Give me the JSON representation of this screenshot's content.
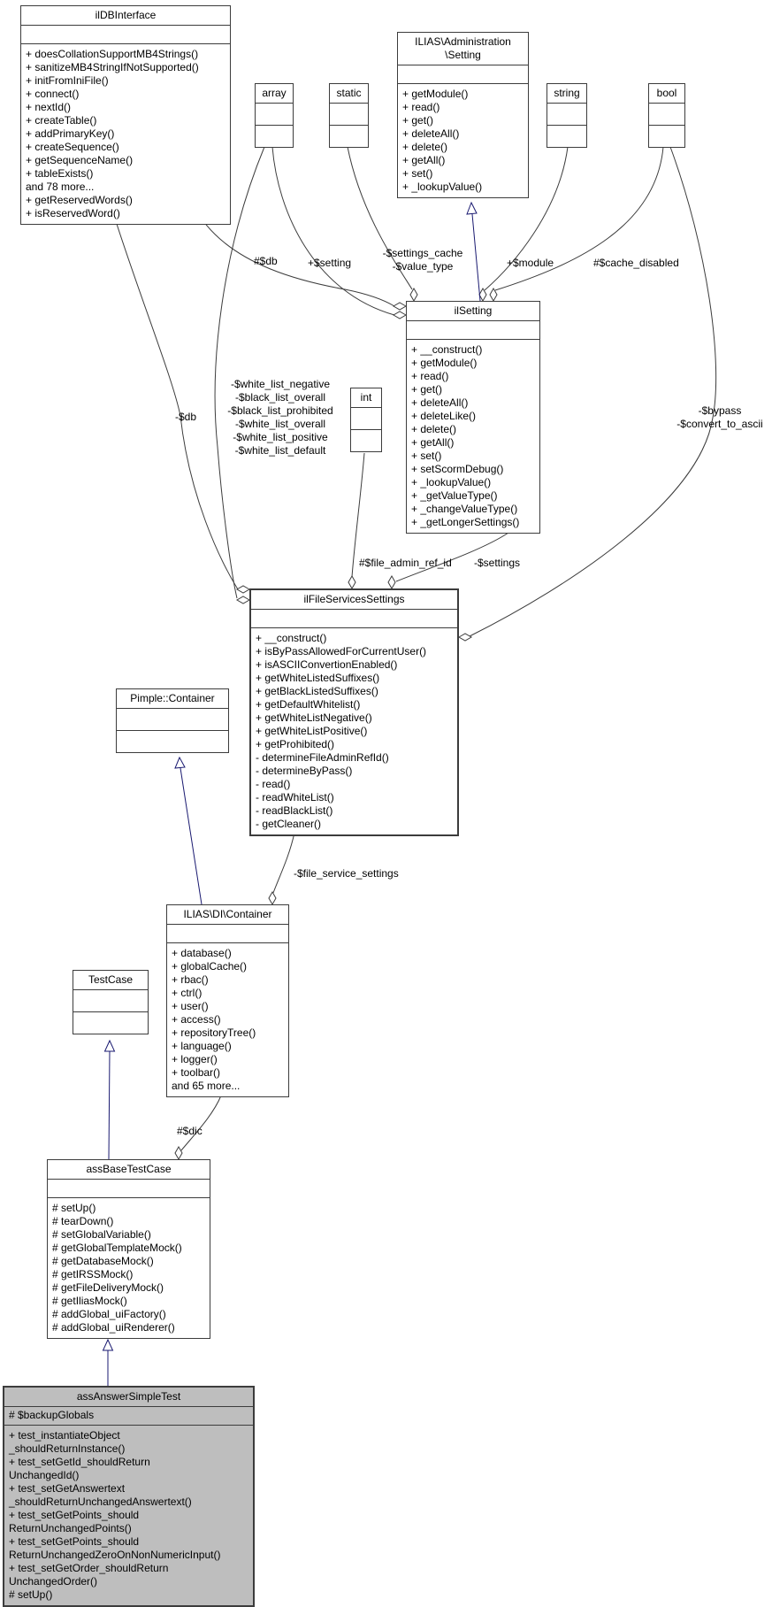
{
  "diagram": {
    "colors": {
      "inheritance_edge": "#191970",
      "aggregation_edge": "#3c3c3c",
      "box_border": "#3c3c3c",
      "highlight_fill": "#bebebe",
      "background": "#ffffff"
    },
    "classes": {
      "ilDBInterface": {
        "title": "ilDBInterface",
        "attributes": [],
        "methods": [
          "+ doesCollationSupportMB4Strings()",
          "+ sanitizeMB4StringIfNotSupported()",
          "+ initFromIniFile()",
          "+ connect()",
          "+ nextId()",
          "+ createTable()",
          "+ addPrimaryKey()",
          "+ createSequence()",
          "+ getSequenceName()",
          "+ tableExists()",
          "and 78 more...",
          "+ getReservedWords()",
          "+ isReservedWord()"
        ]
      },
      "adminSetting": {
        "title_lines": [
          "ILIAS\\Administration",
          "\\Setting"
        ],
        "attributes": [],
        "methods": [
          "+ getModule()",
          "+ read()",
          "+ get()",
          "+ deleteAll()",
          "+ delete()",
          "+ getAll()",
          "+ set()",
          "+ _lookupValue()"
        ]
      },
      "array": {
        "title": "array"
      },
      "static": {
        "title": "static"
      },
      "string": {
        "title": "string"
      },
      "bool": {
        "title": "bool"
      },
      "int": {
        "title": "int"
      },
      "ilSetting": {
        "title": "ilSetting",
        "attributes": [],
        "methods": [
          "+ __construct()",
          "+ getModule()",
          "+ read()",
          "+ get()",
          "+ deleteAll()",
          "+ deleteLike()",
          "+ delete()",
          "+ getAll()",
          "+ set()",
          "+ setScormDebug()",
          "+ _lookupValue()",
          "+ _getValueType()",
          "+ _changeValueType()",
          "+ _getLongerSettings()"
        ]
      },
      "ilFileServicesSettings": {
        "title": "ilFileServicesSettings",
        "attributes": [],
        "methods": [
          "+ __construct()",
          "+ isByPassAllowedForCurrentUser()",
          "+ isASCIIConvertionEnabled()",
          "+ getWhiteListedSuffixes()",
          "+ getBlackListedSuffixes()",
          "+ getDefaultWhitelist()",
          "+ getWhiteListNegative()",
          "+ getWhiteListPositive()",
          "+ getProhibited()",
          "- determineFileAdminRefId()",
          "- determineByPass()",
          "- read()",
          "- readWhiteList()",
          "- readBlackList()",
          "- getCleaner()"
        ]
      },
      "pimpleContainer": {
        "title": "Pimple::Container"
      },
      "diContainer": {
        "title": "ILIAS\\DI\\Container",
        "attributes": [],
        "methods": [
          "+ database()",
          "+ globalCache()",
          "+ rbac()",
          "+ ctrl()",
          "+ user()",
          "+ access()",
          "+ repositoryTree()",
          "+ language()",
          "+ logger()",
          "+ toolbar()",
          "and 65 more..."
        ]
      },
      "testCase": {
        "title": "TestCase"
      },
      "assBaseTestCase": {
        "title": "assBaseTestCase",
        "attributes": [],
        "methods": [
          "# setUp()",
          "# tearDown()",
          "# setGlobalVariable()",
          "# getGlobalTemplateMock()",
          "# getDatabaseMock()",
          "# getIRSSMock()",
          "# getFileDeliveryMock()",
          "# getIliasMock()",
          "# addGlobal_uiFactory()",
          "# addGlobal_uiRenderer()"
        ]
      },
      "assAnswerSimpleTest": {
        "title": "assAnswerSimpleTest",
        "attributes": [
          "# $backupGlobals"
        ],
        "methods": [
          "+ test_instantiateObject",
          "_shouldReturnInstance()",
          "+ test_setGetId_shouldReturn",
          "UnchangedId()",
          "+ test_setGetAnswertext",
          "_shouldReturnUnchangedAnswertext()",
          "+ test_setGetPoints_should",
          "ReturnUnchangedPoints()",
          "+ test_setGetPoints_should",
          "ReturnUnchangedZeroOnNonNumericInput()",
          "+ test_setGetOrder_shouldReturn",
          "UnchangedOrder()",
          "# setUp()"
        ]
      }
    },
    "edge_labels": {
      "db_to_ilsetting": "#$db",
      "setting_member": "+$setting",
      "settings_cache_lines": [
        "-$settings_cache",
        "-$value_type"
      ],
      "module": "+$module",
      "cache_disabled": "#$cache_disabled",
      "db_to_fss": "-$db",
      "white_list_lines": [
        "-$white_list_negative",
        "-$black_list_overall",
        "-$black_list_prohibited",
        "-$white_list_overall",
        "-$white_list_positive",
        "-$white_list_default"
      ],
      "bypass_lines": [
        "-$bypass",
        "-$convert_to_ascii"
      ],
      "file_admin_ref_id": "#$file_admin_ref_id",
      "settings": "-$settings",
      "file_service_settings": "-$file_service_settings",
      "dic": "#$dic"
    }
  }
}
